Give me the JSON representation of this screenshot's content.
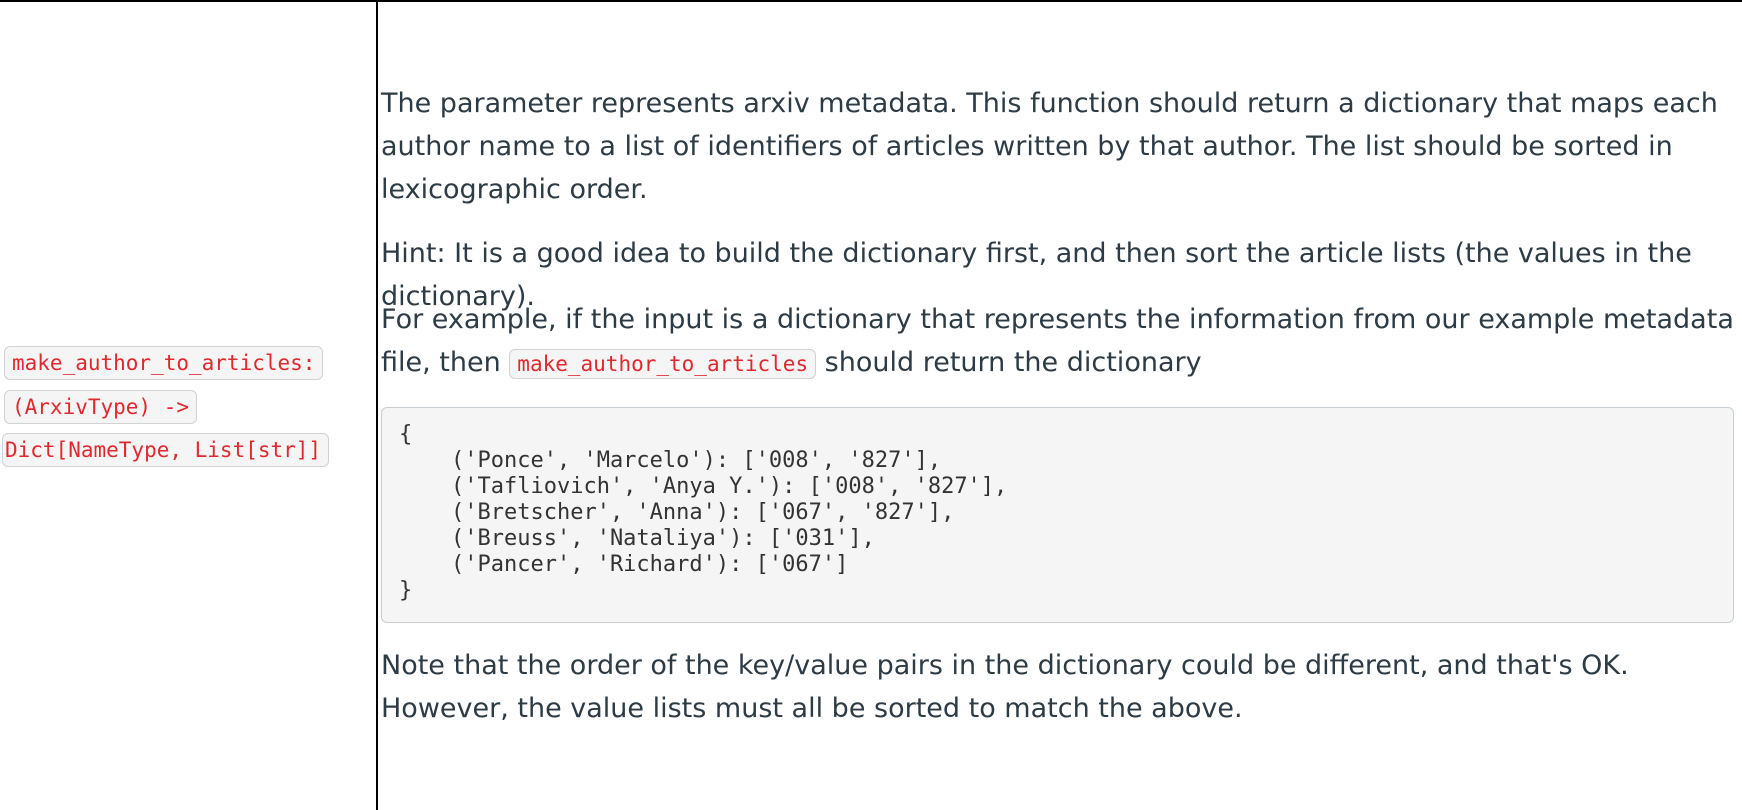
{
  "signature": {
    "line1": "make_author_to_articles:",
    "line2": "(ArxivType) ->",
    "line3": "Dict[NameType, List[str]]"
  },
  "description": {
    "paragraph1": "The parameter represents arxiv metadata. This function should return a dictionary that maps each author name to a list of identifiers of articles written by that author. The list should be sorted in lexicographic order.",
    "paragraph2": "Hint: It is a good idea to build the dictionary first, and then sort the article lists (the values in the dictionary).",
    "paragraph3_before": "For example, if the input is a dictionary that represents the information from our example metadata file, then ",
    "paragraph3_code": "make_author_to_articles",
    "paragraph3_after": " should return the dictionary",
    "code_lines": [
      "{",
      "('Ponce', 'Marcelo'): ['008', '827'],",
      "('Tafliovich', 'Anya Y.'): ['008', '827'],",
      "('Bretscher', 'Anna'): ['067', '827'],",
      "('Breuss', 'Nataliya'): ['031'],",
      "('Pancer', 'Richard'): ['067']",
      "}"
    ],
    "paragraph4": "Note that the order of the key/value pairs in the dictionary could be different, and that's OK. However, the value lists must all be sorted to match the above."
  },
  "colors": {
    "code_red": "#e0282e",
    "text": "#2d3b45",
    "code_bg": "#f5f5f5",
    "border": "#000000"
  }
}
